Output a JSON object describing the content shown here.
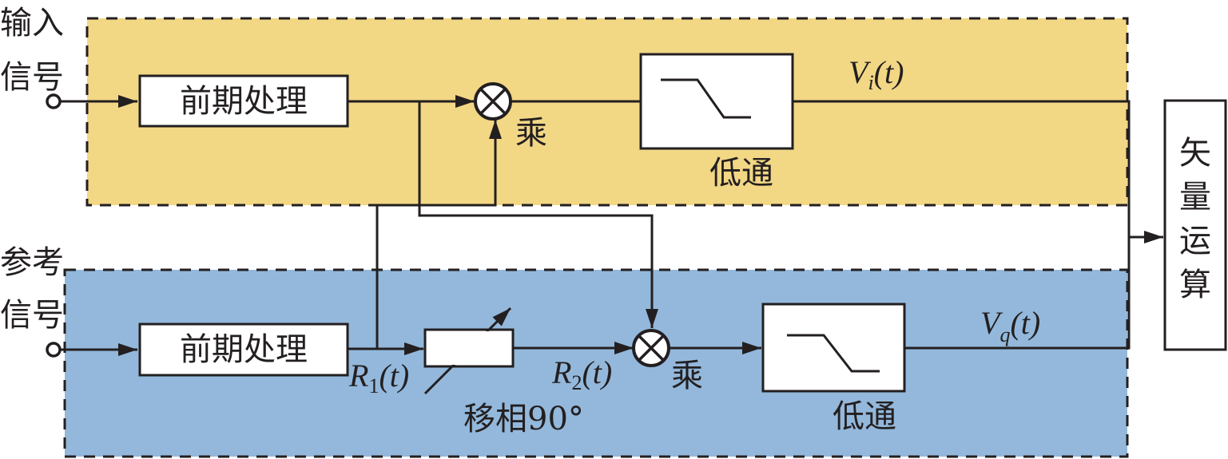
{
  "diagram": {
    "title": "Lock-in amplifier dual-phase detection block diagram",
    "colors": {
      "top_region": "#f2d785",
      "bottom_region": "#93b8db",
      "stroke": "#231f20",
      "block_fill": "#ffffff"
    },
    "input_label_line1": "输入",
    "input_label_line2": "信号",
    "reference_label_line1": "参考",
    "reference_label_line2": "信号",
    "top_channel": {
      "preprocess_label": "前期处理",
      "multiplier_label": "乘",
      "lowpass_label": "低通",
      "output_symbol": "V",
      "output_subscript": "i",
      "output_arg": "(t)"
    },
    "bottom_channel": {
      "preprocess_label": "前期处理",
      "r1_symbol": "R",
      "r1_subscript": "1",
      "r1_arg": "(t)",
      "phase_shift_label": "移相90°",
      "r2_symbol": "R",
      "r2_subscript": "2",
      "r2_arg": "(t)",
      "multiplier_label": "乘",
      "lowpass_label": "低通",
      "output_symbol": "V",
      "output_subscript": "q",
      "output_arg": "(t)"
    },
    "vector_op_chars": [
      "矢",
      "量",
      "运",
      "算"
    ]
  }
}
